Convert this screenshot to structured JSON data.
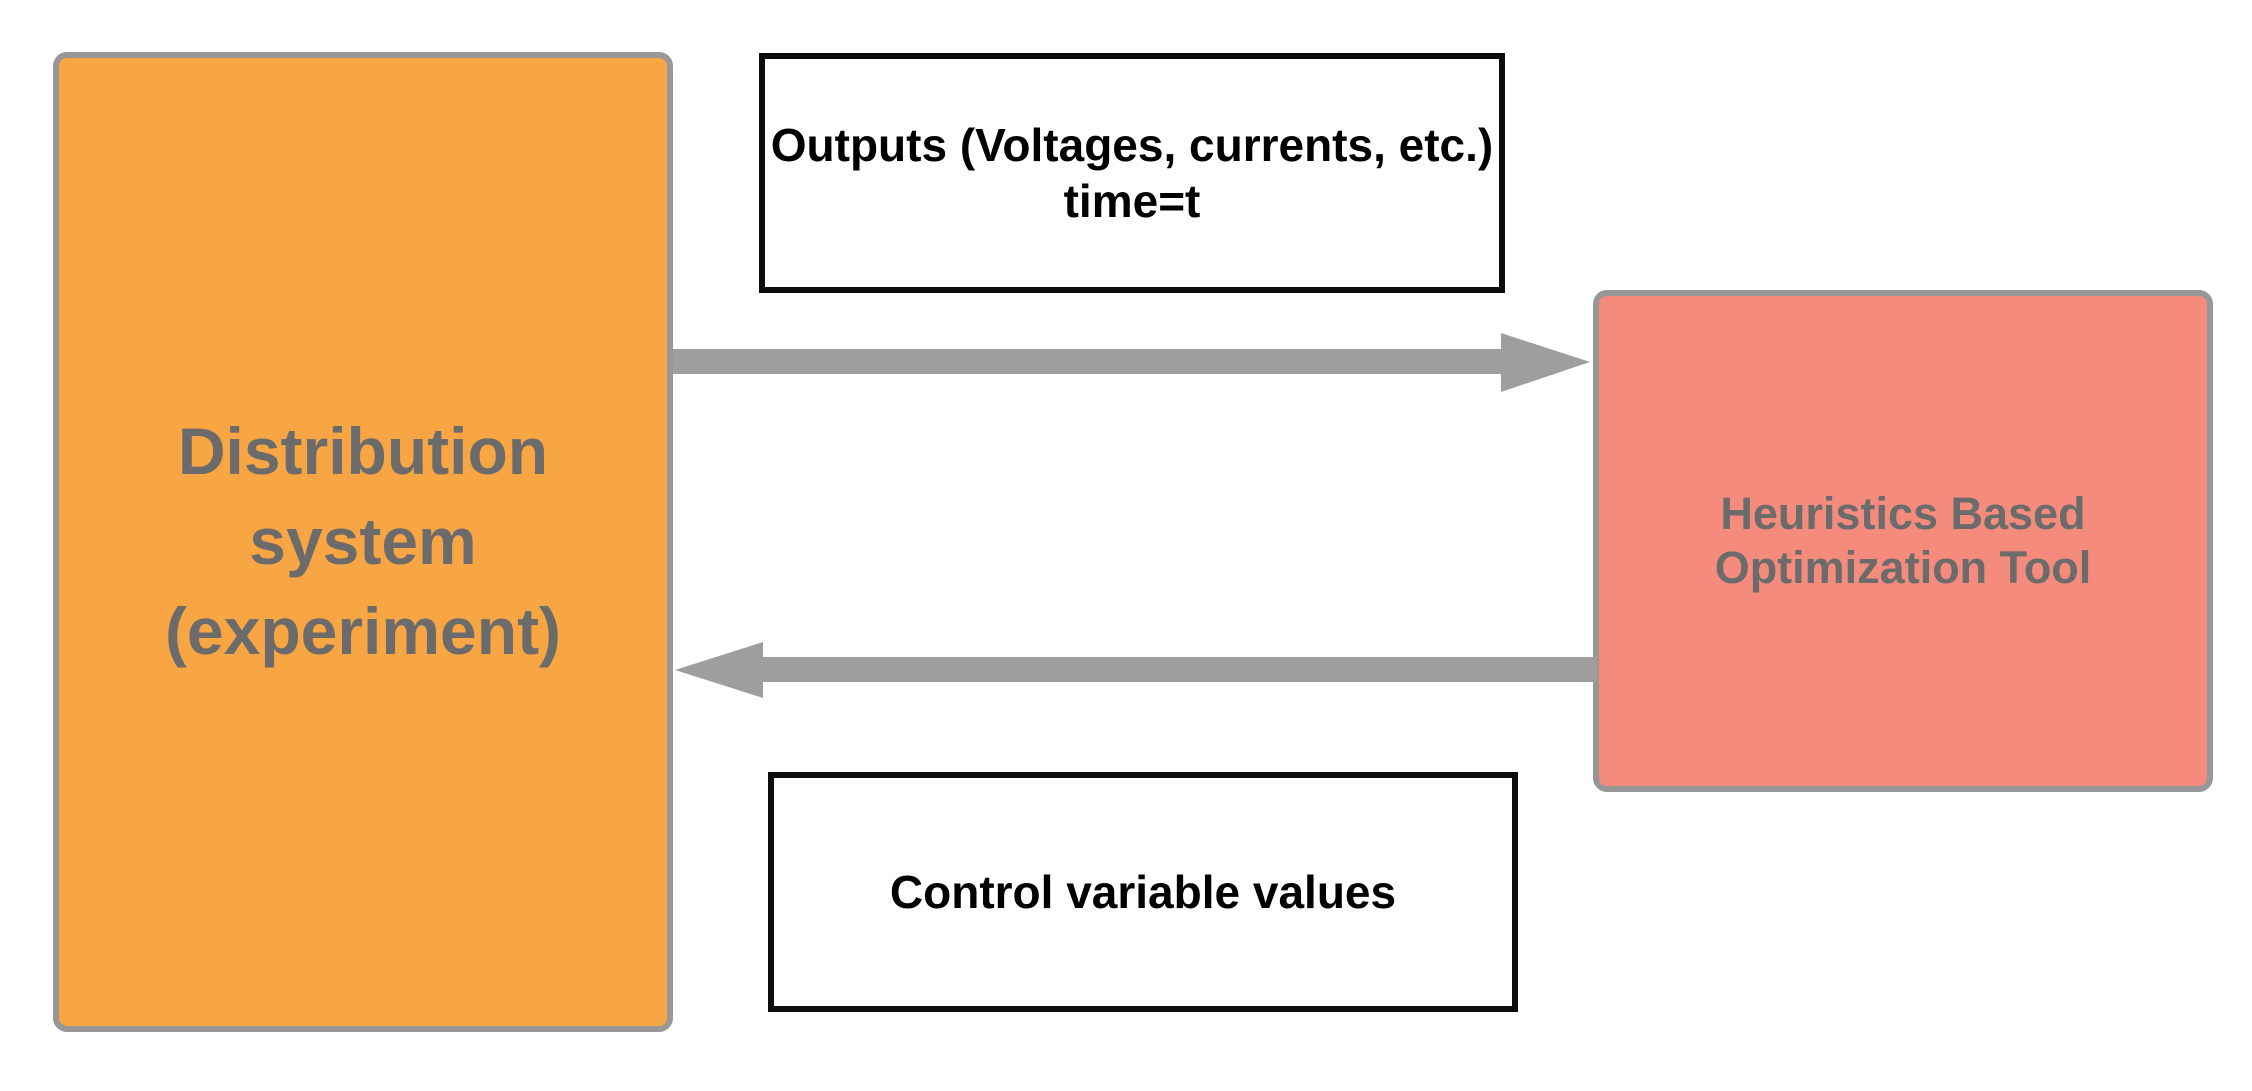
{
  "diagram": {
    "title": "Heuristics based optimization loop diagram",
    "nodes": {
      "distribution_system": {
        "label": "Distribution system (experiment)",
        "fill": "#F8A544",
        "border": "#979797",
        "text_color": "#6B6B6B"
      },
      "optimization_tool": {
        "label": "Heuristics Based Optimization Tool",
        "fill": "#F48B7C",
        "border": "#979797",
        "text_color": "#6B6B6B"
      }
    },
    "labels": {
      "outputs": {
        "line1": "Outputs (Voltages, currents, etc.)",
        "line2": "time=t",
        "fill": "#FFFFFF",
        "border": "#0D0D0D",
        "text_color": "#000000"
      },
      "control": {
        "line1": "Control variable values",
        "fill": "#FFFFFF",
        "border": "#0D0D0D",
        "text_color": "#000000"
      }
    },
    "arrows": {
      "color": "#9E9E9E",
      "forward": {
        "from": "distribution_system",
        "to": "optimization_tool",
        "direction": "right",
        "label": "Outputs (Voltages, currents, etc.) time=t"
      },
      "backward": {
        "from": "optimization_tool",
        "to": "distribution_system",
        "direction": "left",
        "label": "Control variable values"
      }
    }
  }
}
